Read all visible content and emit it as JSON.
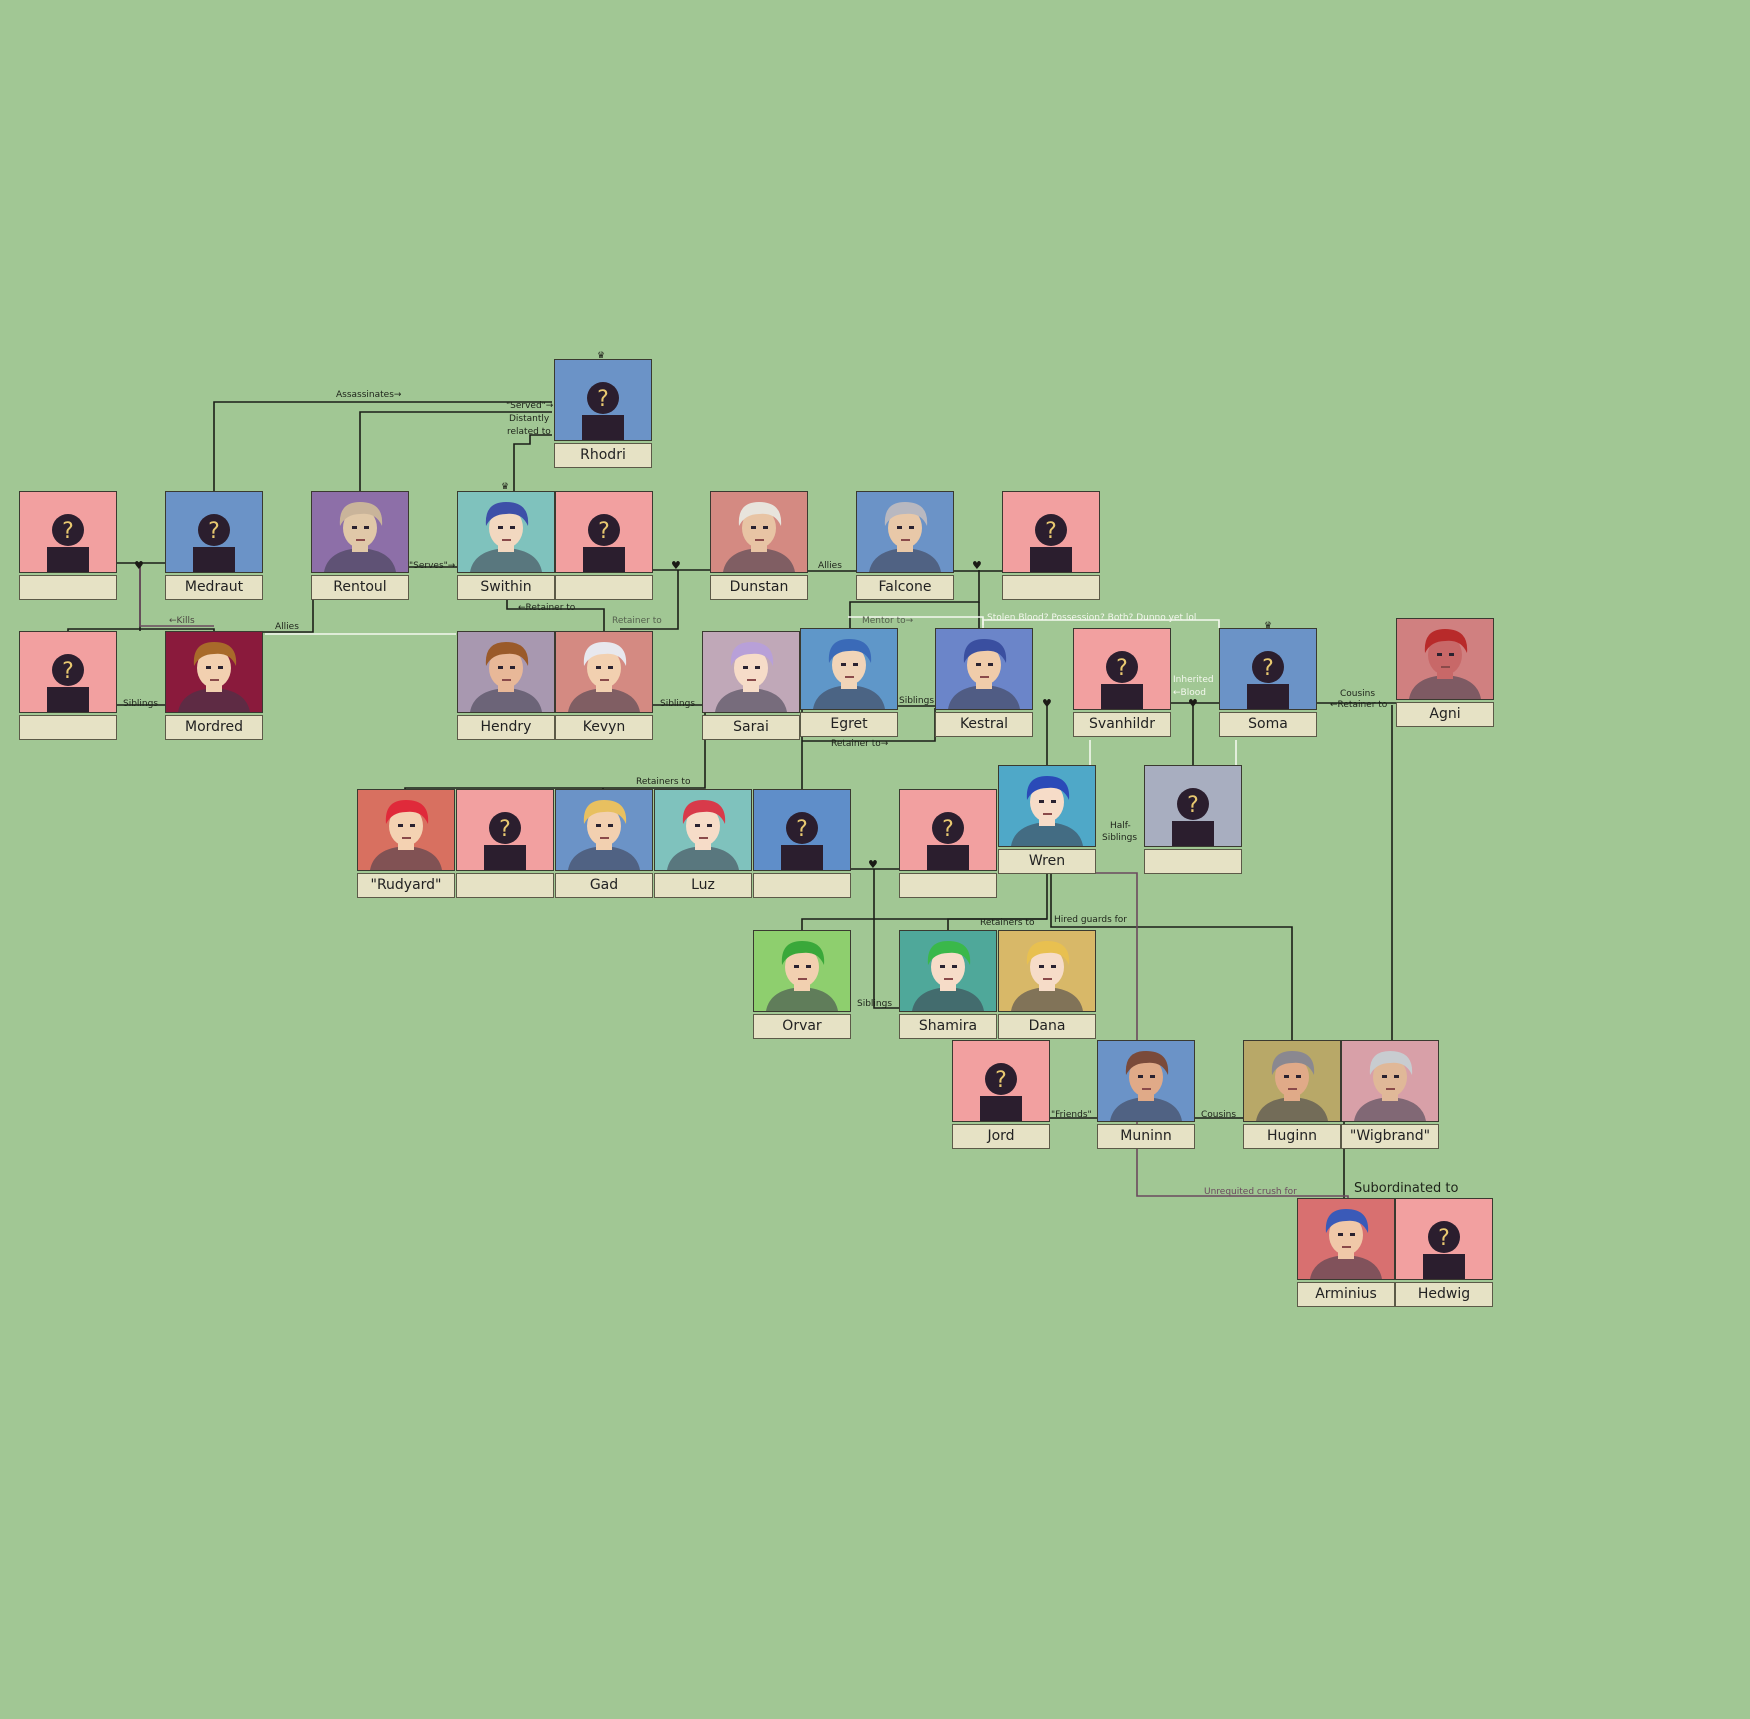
{
  "colors": {
    "background": "#a1c794",
    "nameplate": "#e6e2c5",
    "unknown_glyph": "#2b1e2e",
    "question_mark": "#e8c870",
    "line_black": "#1b1f18",
    "line_white": "#f4f8ee",
    "line_purple": "#6b4a5e"
  },
  "characters": [
    {
      "id": "unk-a",
      "name": "",
      "bg": "#f2a0a0",
      "unknown": true
    },
    {
      "id": "medraut",
      "name": "Medraut",
      "bg": "#6b93c7",
      "unknown": true
    },
    {
      "id": "rentoul",
      "name": "Rentoul",
      "bg": "#8d6fa8",
      "unknown": false,
      "skin": "#e0c8a8",
      "hair": "#c9b49a"
    },
    {
      "id": "swithin",
      "name": "Swithin",
      "bg": "#7fc2bd",
      "unknown": false,
      "skin": "#f2d8c0",
      "hair": "#3d4fa8"
    },
    {
      "id": "unk-b",
      "name": "",
      "bg": "#f2a0a0",
      "unknown": true
    },
    {
      "id": "rhodri",
      "name": "Rhodri",
      "bg": "#6b93c7",
      "unknown": true
    },
    {
      "id": "dunstan",
      "name": "Dunstan",
      "bg": "#d48a82",
      "unknown": false,
      "skin": "#e8c4a4",
      "hair": "#e8e4dc"
    },
    {
      "id": "falcone",
      "name": "Falcone",
      "bg": "#6b93c7",
      "unknown": false,
      "skin": "#e8c8a8",
      "hair": "#b8b8c0"
    },
    {
      "id": "unk-c",
      "name": "",
      "bg": "#f2a0a0",
      "unknown": true
    },
    {
      "id": "unk-d",
      "name": "",
      "bg": "#f2a0a0",
      "unknown": true
    },
    {
      "id": "mordred",
      "name": "Mordred",
      "bg": "#8a1a3c",
      "unknown": false,
      "skin": "#f2d0b0",
      "hair": "#a86a2a"
    },
    {
      "id": "hendry",
      "name": "Hendry",
      "bg": "#a898b0",
      "unknown": false,
      "skin": "#e8b898",
      "hair": "#9a5a2a"
    },
    {
      "id": "kevyn",
      "name": "Kevyn",
      "bg": "#d48a82",
      "unknown": false,
      "skin": "#f2d0b0",
      "hair": "#e8e8ee"
    },
    {
      "id": "sarai",
      "name": "Sarai",
      "bg": "#c0a8b8",
      "unknown": false,
      "skin": "#f6dcc8",
      "hair": "#b8a0d8"
    },
    {
      "id": "egret",
      "name": "Egret",
      "bg": "#5f97c9",
      "unknown": false,
      "skin": "#f0d4b8",
      "hair": "#3a6ab8"
    },
    {
      "id": "kestral",
      "name": "Kestral",
      "bg": "#6b85c9",
      "unknown": false,
      "skin": "#f0ccaa",
      "hair": "#3a4fa0"
    },
    {
      "id": "svanhildr",
      "name": "Svanhildr",
      "bg": "#f2a0a0",
      "unknown": true
    },
    {
      "id": "soma",
      "name": "Soma",
      "bg": "#6b93c7",
      "unknown": true
    },
    {
      "id": "agni",
      "name": "Agni",
      "bg": "#d08080",
      "unknown": false,
      "skin": "#c86868",
      "hair": "#b82a2a"
    },
    {
      "id": "rudyard",
      "name": "\"Rudyard\"",
      "bg": "#d87060",
      "unknown": false,
      "skin": "#f4d2b2",
      "hair": "#e02a3a"
    },
    {
      "id": "unk-e",
      "name": "",
      "bg": "#f2a0a0",
      "unknown": true
    },
    {
      "id": "gad",
      "name": "Gad",
      "bg": "#6b93c7",
      "unknown": false,
      "skin": "#f2d0b0",
      "hair": "#e8c060"
    },
    {
      "id": "luz",
      "name": "Luz",
      "bg": "#7fc2bd",
      "unknown": false,
      "skin": "#f6dcc8",
      "hair": "#d83a4a"
    },
    {
      "id": "unk-f",
      "name": "",
      "bg": "#5f8ec9",
      "unknown": true
    },
    {
      "id": "unk-g",
      "name": "",
      "bg": "#f2a0a0",
      "unknown": true
    },
    {
      "id": "wren",
      "name": "Wren",
      "bg": "#4fa8c8",
      "unknown": false,
      "skin": "#f6dcc8",
      "hair": "#2a4ab8"
    },
    {
      "id": "unk-h",
      "name": "",
      "bg": "#a8aec0",
      "unknown": true
    },
    {
      "id": "orvar",
      "name": "Orvar",
      "bg": "#8ecf6e",
      "unknown": false,
      "skin": "#f2d0b0",
      "hair": "#3aa83a"
    },
    {
      "id": "shamira",
      "name": "Shamira",
      "bg": "#4fa89a",
      "unknown": false,
      "skin": "#f6dcc8",
      "hair": "#3ab84a"
    },
    {
      "id": "dana",
      "name": "Dana",
      "bg": "#d8b868",
      "unknown": false,
      "skin": "#f6dcc8",
      "hair": "#e8c050"
    },
    {
      "id": "jord",
      "name": "Jord",
      "bg": "#f2a0a0",
      "unknown": true
    },
    {
      "id": "muninn",
      "name": "Muninn",
      "bg": "#6b93c7",
      "unknown": false,
      "skin": "#e0aa88",
      "hair": "#7a4a3a"
    },
    {
      "id": "huginn",
      "name": "Huginn",
      "bg": "#b8a868",
      "unknown": false,
      "skin": "#e0aa88",
      "hair": "#8a8890"
    },
    {
      "id": "wigbrand",
      "name": "\"Wigbrand\"",
      "bg": "#d8a0a8",
      "unknown": false,
      "skin": "#e0b898",
      "hair": "#c8ccd0"
    },
    {
      "id": "arminius",
      "name": "Arminius",
      "bg": "#d87070",
      "unknown": false,
      "skin": "#f0c8a8",
      "hair": "#3a5ab8"
    },
    {
      "id": "hedwig",
      "name": "Hedwig",
      "bg": "#f2a0a0",
      "unknown": true
    }
  ],
  "relations": {
    "assassinates": "Assassinates→",
    "served": "\"Served\"→",
    "distantly": "Distantly",
    "related_to": "related to",
    "serves": "\"Serves\"→",
    "allies_1": "Allies",
    "allies_2": "Allies",
    "kills": "←Kills",
    "retainer_to_1": "←Retainer to",
    "retainer_to_2": "Retainer to",
    "mentor_to": "Mentor to→",
    "stolen_blood": "Stolen Blood? Possession? Both? Dunno yet lol",
    "siblings_1": "Siblings",
    "siblings_2": "Siblings",
    "siblings_3": "Siblings",
    "siblings_4": "Siblings",
    "inherited": "Inherited",
    "blood": "←Blood",
    "cousins_1": "Cousins",
    "retainer_to_3": "←Retainer to",
    "retainer_to_4": "Retainer to→",
    "retainers_to_1": "Retainers to",
    "half": "Half-",
    "half_siblings": "Siblings",
    "retainers_to_2": "Retainers to",
    "hired_guards": "Hired guards for",
    "friends": "\"Friends\"",
    "cousins_2": "Cousins",
    "unrequited": "Unrequited crush for",
    "subordinated": "Subordinated to"
  }
}
